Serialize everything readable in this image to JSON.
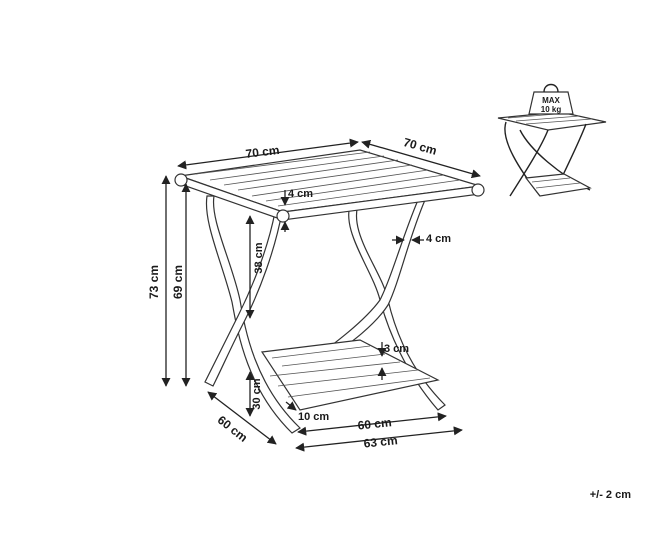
{
  "dimensions": {
    "top_width": "70 cm",
    "top_depth": "70 cm",
    "apron": "4 cm",
    "upper_leg": "38 cm",
    "leg_thickness": "4 cm",
    "total_height": "73 cm",
    "seat_height": "69 cm",
    "depth_base": "60 cm",
    "shelf_height": "30 cm",
    "shelf_gap": "3 cm",
    "foot_offset": "10 cm",
    "width_inner": "60 cm",
    "width_outer": "63 cm"
  },
  "load_badge": {
    "line1": "MAX",
    "line2": "10 kg"
  },
  "tolerance": "+/- 2 cm"
}
